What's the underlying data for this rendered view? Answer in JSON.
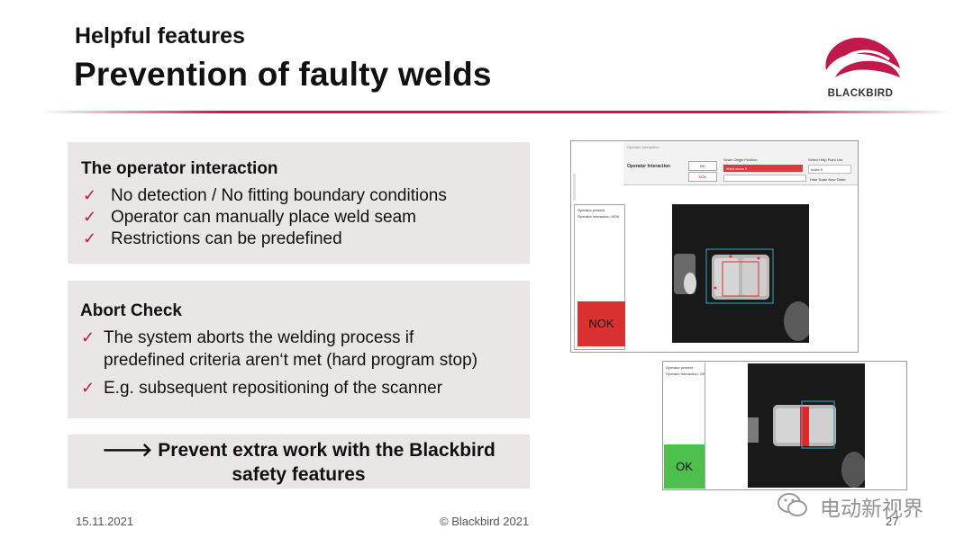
{
  "header": {
    "subtitle": "Helpful features",
    "title": "Prevention of faulty welds",
    "logo_text": "BLACKBIRD"
  },
  "box1": {
    "heading": "The operator interaction",
    "items": [
      "No detection / No fitting boundary conditions",
      "Operator can manually place weld seam",
      "Restrictions can be predefined"
    ]
  },
  "box2": {
    "heading": "Abort Check",
    "items": [
      {
        "line1": "The system aborts the welding process if",
        "line2": "predefined criteria aren‘t met (hard program stop)"
      },
      {
        "line1": "E.g. subsequent repositioning of the scanner"
      }
    ]
  },
  "conclusion": {
    "line1": "🡒 Prevent extra work with the Blackbird",
    "line2": "safety features"
  },
  "footer": {
    "date": "15.11.2021",
    "copyright": "© Blackbird 2021",
    "page": "27"
  },
  "screenshot1": {
    "dialog_title": "Operator Interaction",
    "label": "Operator Interaction",
    "ok": "OK",
    "nok_btn": "NOK",
    "seam_label": "Seam Origin Position",
    "seam_value": "Weld seam 0",
    "help_label": "Select Help Point List",
    "help_value": "Index 0",
    "hide_label": "Hide Scale New Order",
    "panel_check": "Operator present",
    "panel_text": "Operator Interaction: NOK",
    "status": "NOK"
  },
  "screenshot2": {
    "panel_check": "Operator present",
    "panel_text": "Operator Interaction: OK",
    "status": "OK"
  },
  "watermark": "电动新视界",
  "colors": {
    "accent": "#c01a4d",
    "nok": "#d93030",
    "ok": "#4cbf4c"
  }
}
